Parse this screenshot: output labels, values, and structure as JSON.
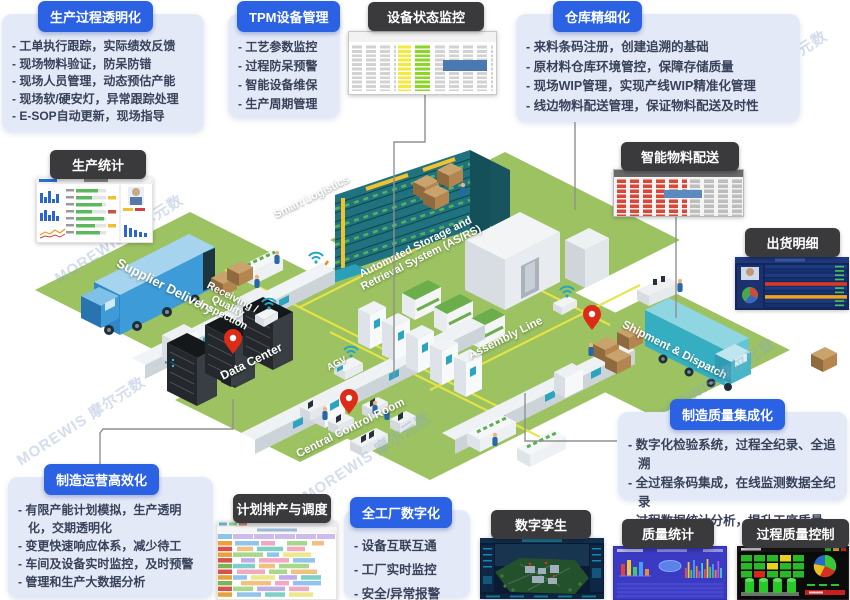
{
  "watermark": {
    "text": "MOREWIS 摩尔元数"
  },
  "colors": {
    "accent_blue": "#2b62e3",
    "card_bg": "#e3e9f6",
    "label_dark": "#3a3a3c",
    "ground_green": "#9cc261",
    "pin_red": "#de2b18"
  },
  "cards": {
    "process_transparency": {
      "title": "生产过程透明化",
      "bullets": [
        "- 工单执行跟踪，实际绩效反馈",
        "- 现场物料验证，防呆防错",
        "- 现场人员管理，动态预估产能",
        "- 现场软/硬安灯，异常跟踪处理",
        "- E-SOP自动更新，现场指导"
      ]
    },
    "tpm": {
      "title": "TPM设备管理",
      "bullets": [
        "- 工艺参数监控",
        "- 过程防呆预警",
        "- 智能设备维保",
        "- 生产周期管理"
      ]
    },
    "warehouse": {
      "title": "仓库精细化",
      "bullets": [
        "- 来料条码注册，创建追溯的基础",
        "- 原材料仓库环境管控，保障存储质量",
        "- 现场WIP管理，实现产线WIP精准化管理",
        "- 线边物料配送管理，保证物料配送及时性"
      ]
    },
    "quality_integration": {
      "title": "制造质量集成化",
      "bullets": [
        "- 数字化检验系统，过程全纪录、全追溯",
        "- 全过程条码集成，在线监测数据全纪录",
        "- 过程数据统计分析，提升工序质量"
      ]
    },
    "operations": {
      "title": "制造运营高效化",
      "bullets": [
        "- 有限产能计划模拟，生产透明化，交期透明化",
        "- 变更快速响应体系，减少待工",
        "- 车间及设备实时监控，及时预警",
        "- 管理和生产大数据分析"
      ]
    },
    "digital_factory": {
      "title": "全工厂数字化",
      "bullets": [
        "- 设备互联互通",
        "- 工厂实时监控",
        "- 安全/异常报警"
      ]
    }
  },
  "screens": {
    "equipment_status": {
      "label": "设备状态监控"
    },
    "production_stats": {
      "label": "生产统计"
    },
    "material_delivery": {
      "label": "智能物料配送"
    },
    "shipment_detail": {
      "label": "出货明细"
    },
    "planning": {
      "label": "计划排产与调度"
    },
    "digital_twin": {
      "label": "数字孪生"
    },
    "quality_stats": {
      "label": "质量统计"
    },
    "process_quality": {
      "label": "过程质量控制"
    }
  },
  "scene": {
    "labels": {
      "supplier": "Supplier Delivery",
      "receiving": [
        "Receiving /",
        "Quality",
        "Inspection"
      ],
      "smart_logistics": "Smart Logistics",
      "data_center": "Data Center",
      "control_room": "Central Control Room",
      "asrs": [
        "Automated Storage and",
        "Retrieval System (AS/RS)"
      ],
      "agv": "AGV",
      "assembly": "Assembly Line",
      "shipment": "Shipment & Dispatch"
    }
  }
}
